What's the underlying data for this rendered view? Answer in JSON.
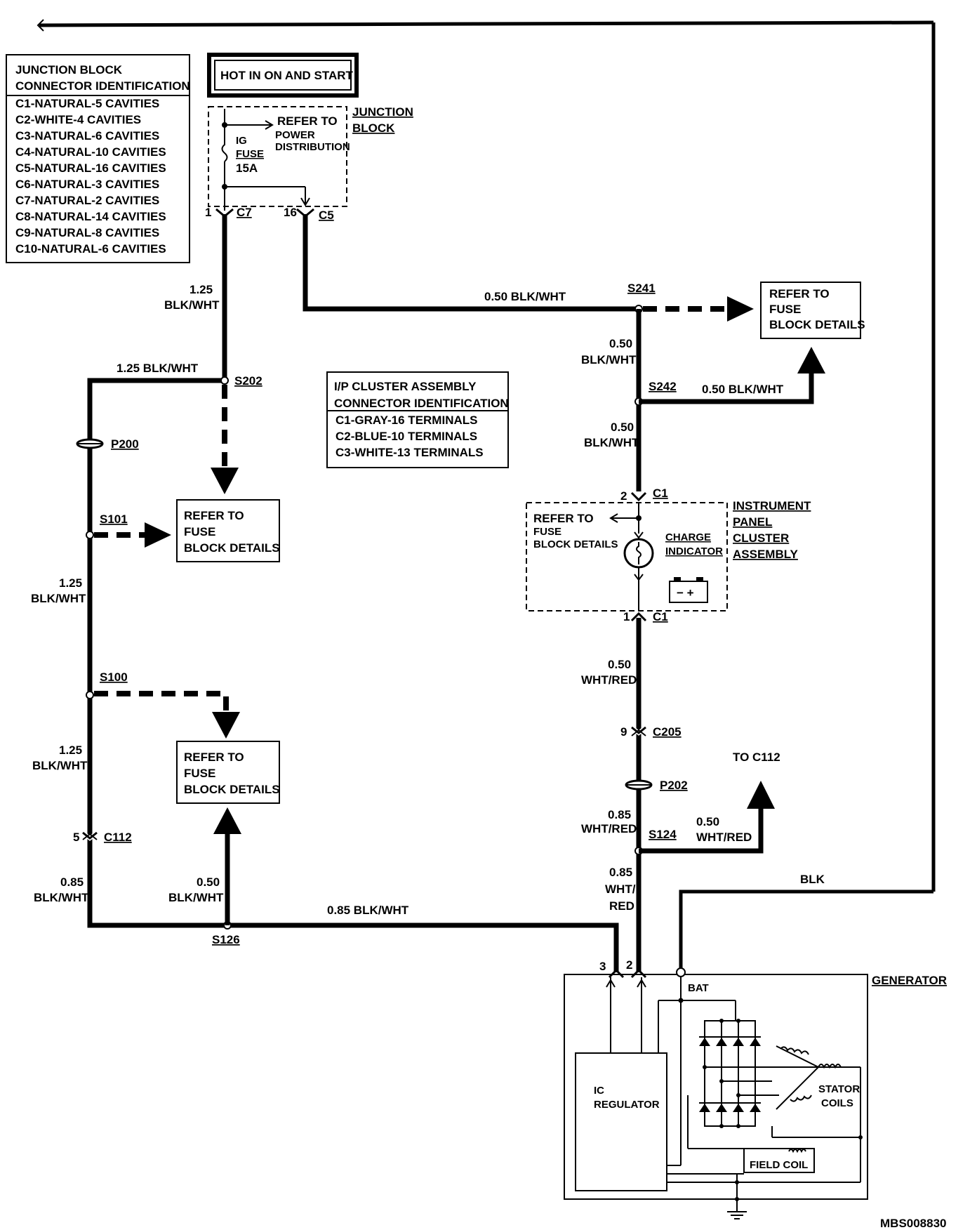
{
  "junction_table": {
    "title_line1": "JUNCTION BLOCK",
    "title_line2": "CONNECTOR IDENTIFICATION",
    "rows": [
      "C1-NATURAL-5 CAVITIES",
      "C2-WHITE-4 CAVITIES",
      "C3-NATURAL-6 CAVITIES",
      "C4-NATURAL-10 CAVITIES",
      "C5-NATURAL-16 CAVITIES",
      "C6-NATURAL-3 CAVITIES",
      "C7-NATURAL-2 CAVITIES",
      "C8-NATURAL-14 CAVITIES",
      "C9-NATURAL-8 CAVITIES",
      "C10-NATURAL-6 CAVITIES"
    ]
  },
  "cluster_table": {
    "title_line1": "I/P CLUSTER ASSEMBLY",
    "title_line2": "CONNECTOR IDENTIFICATION",
    "rows": [
      "C1-GRAY-16 TERMINALS",
      "C2-BLUE-10 TERMINALS",
      "C3-WHITE-13 TERMINALS"
    ]
  },
  "hot_label": "HOT IN ON AND START",
  "junction_block": {
    "name_line1": "JUNCTION",
    "name_line2": "BLOCK",
    "refer_line1": "REFER TO",
    "refer_line2": "POWER",
    "refer_line3": "DISTRIBUTION",
    "fuse_line1": "IG",
    "fuse_line2": "FUSE",
    "fuse_line3": "15A"
  },
  "fuse_refs": {
    "line1": "REFER TO",
    "line2": "FUSE",
    "line3": "BLOCK DETAILS"
  },
  "connectors": {
    "c7_pin": "1",
    "c7": "C7",
    "c5_pin": "16",
    "c5": "C5",
    "c1_top_pin": "2",
    "c1_top": "C1",
    "c1_bot_pin": "1",
    "c1_bot": "C1",
    "c205_pin": "9",
    "c205": "C205",
    "c112_pin": "5",
    "c112": "C112",
    "gen_pin3": "3",
    "gen_pin2": "2"
  },
  "splices": {
    "s241": "S241",
    "s242": "S242",
    "s202": "S202",
    "s101": "S101",
    "s100": "S100",
    "s126": "S126",
    "s124": "S124",
    "p200": "P200",
    "p202": "P202"
  },
  "wires": {
    "w_125": "1.25",
    "w_050": "0.50",
    "w_085": "0.85",
    "blk_wht": "BLK/WHT",
    "wht_red": "WHT/RED",
    "wht_slash": "WHT/",
    "red": "RED",
    "blk": "BLK",
    "h_050_blkwht": "0.50 BLK/WHT",
    "h_125_blkwht": "1.25 BLK/WHT",
    "h_085_blkwht": "0.85 BLK/WHT",
    "to_c112": "TO C112"
  },
  "cluster": {
    "name_line1": "INSTRUMENT",
    "name_line2": "PANEL",
    "name_line3": "CLUSTER",
    "name_line4": "ASSEMBLY",
    "charge_line1": "CHARGE",
    "charge_line2": "INDICATOR",
    "batt_symbol": "− +"
  },
  "generator": {
    "name": "GENERATOR",
    "bat": "BAT",
    "ic_line1": "IC",
    "ic_line2": "REGULATOR",
    "stator_line1": "STATOR",
    "stator_line2": "COILS",
    "field_coil": "FIELD COIL"
  },
  "figure_id": "MBS008830"
}
